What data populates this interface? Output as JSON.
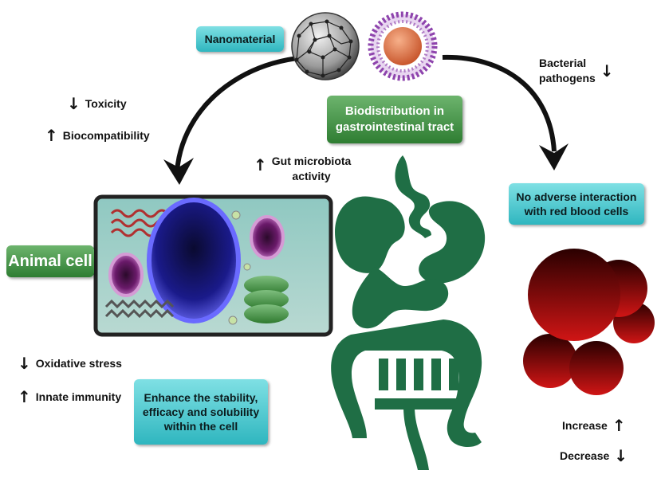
{
  "nanomaterial_label": "Nanomaterial",
  "biodistribution_label": "Biodistribution in gastrointestinal tract",
  "animal_cell_label": "Animal cell",
  "red_blood_label": "No adverse interaction with red blood cells",
  "enhance_label": "Enhance the stability, efficacy and solubility within the cell",
  "indicators": {
    "toxicity": {
      "text": "Toxicity",
      "direction": "down"
    },
    "biocompatibility": {
      "text": "Biocompatibility",
      "direction": "up"
    },
    "gut_microbiota_line1": "Gut microbiota",
    "gut_microbiota_line2": "activity",
    "gut_microbiota_direction": "up",
    "bacterial_line1": "Bacterial",
    "bacterial_line2": "pathogens",
    "bacterial_direction": "down",
    "oxidative_stress": {
      "text": "Oxidative stress",
      "direction": "down"
    },
    "innate_immunity": {
      "text": "Innate immunity",
      "direction": "up"
    }
  },
  "legend": {
    "increase": "Increase",
    "decrease": "Decrease"
  },
  "colors": {
    "cyan_box": "#3cc3cb",
    "green_box": "#2e7d32",
    "gut": "#1f6e45",
    "rbc": "#b01010"
  }
}
